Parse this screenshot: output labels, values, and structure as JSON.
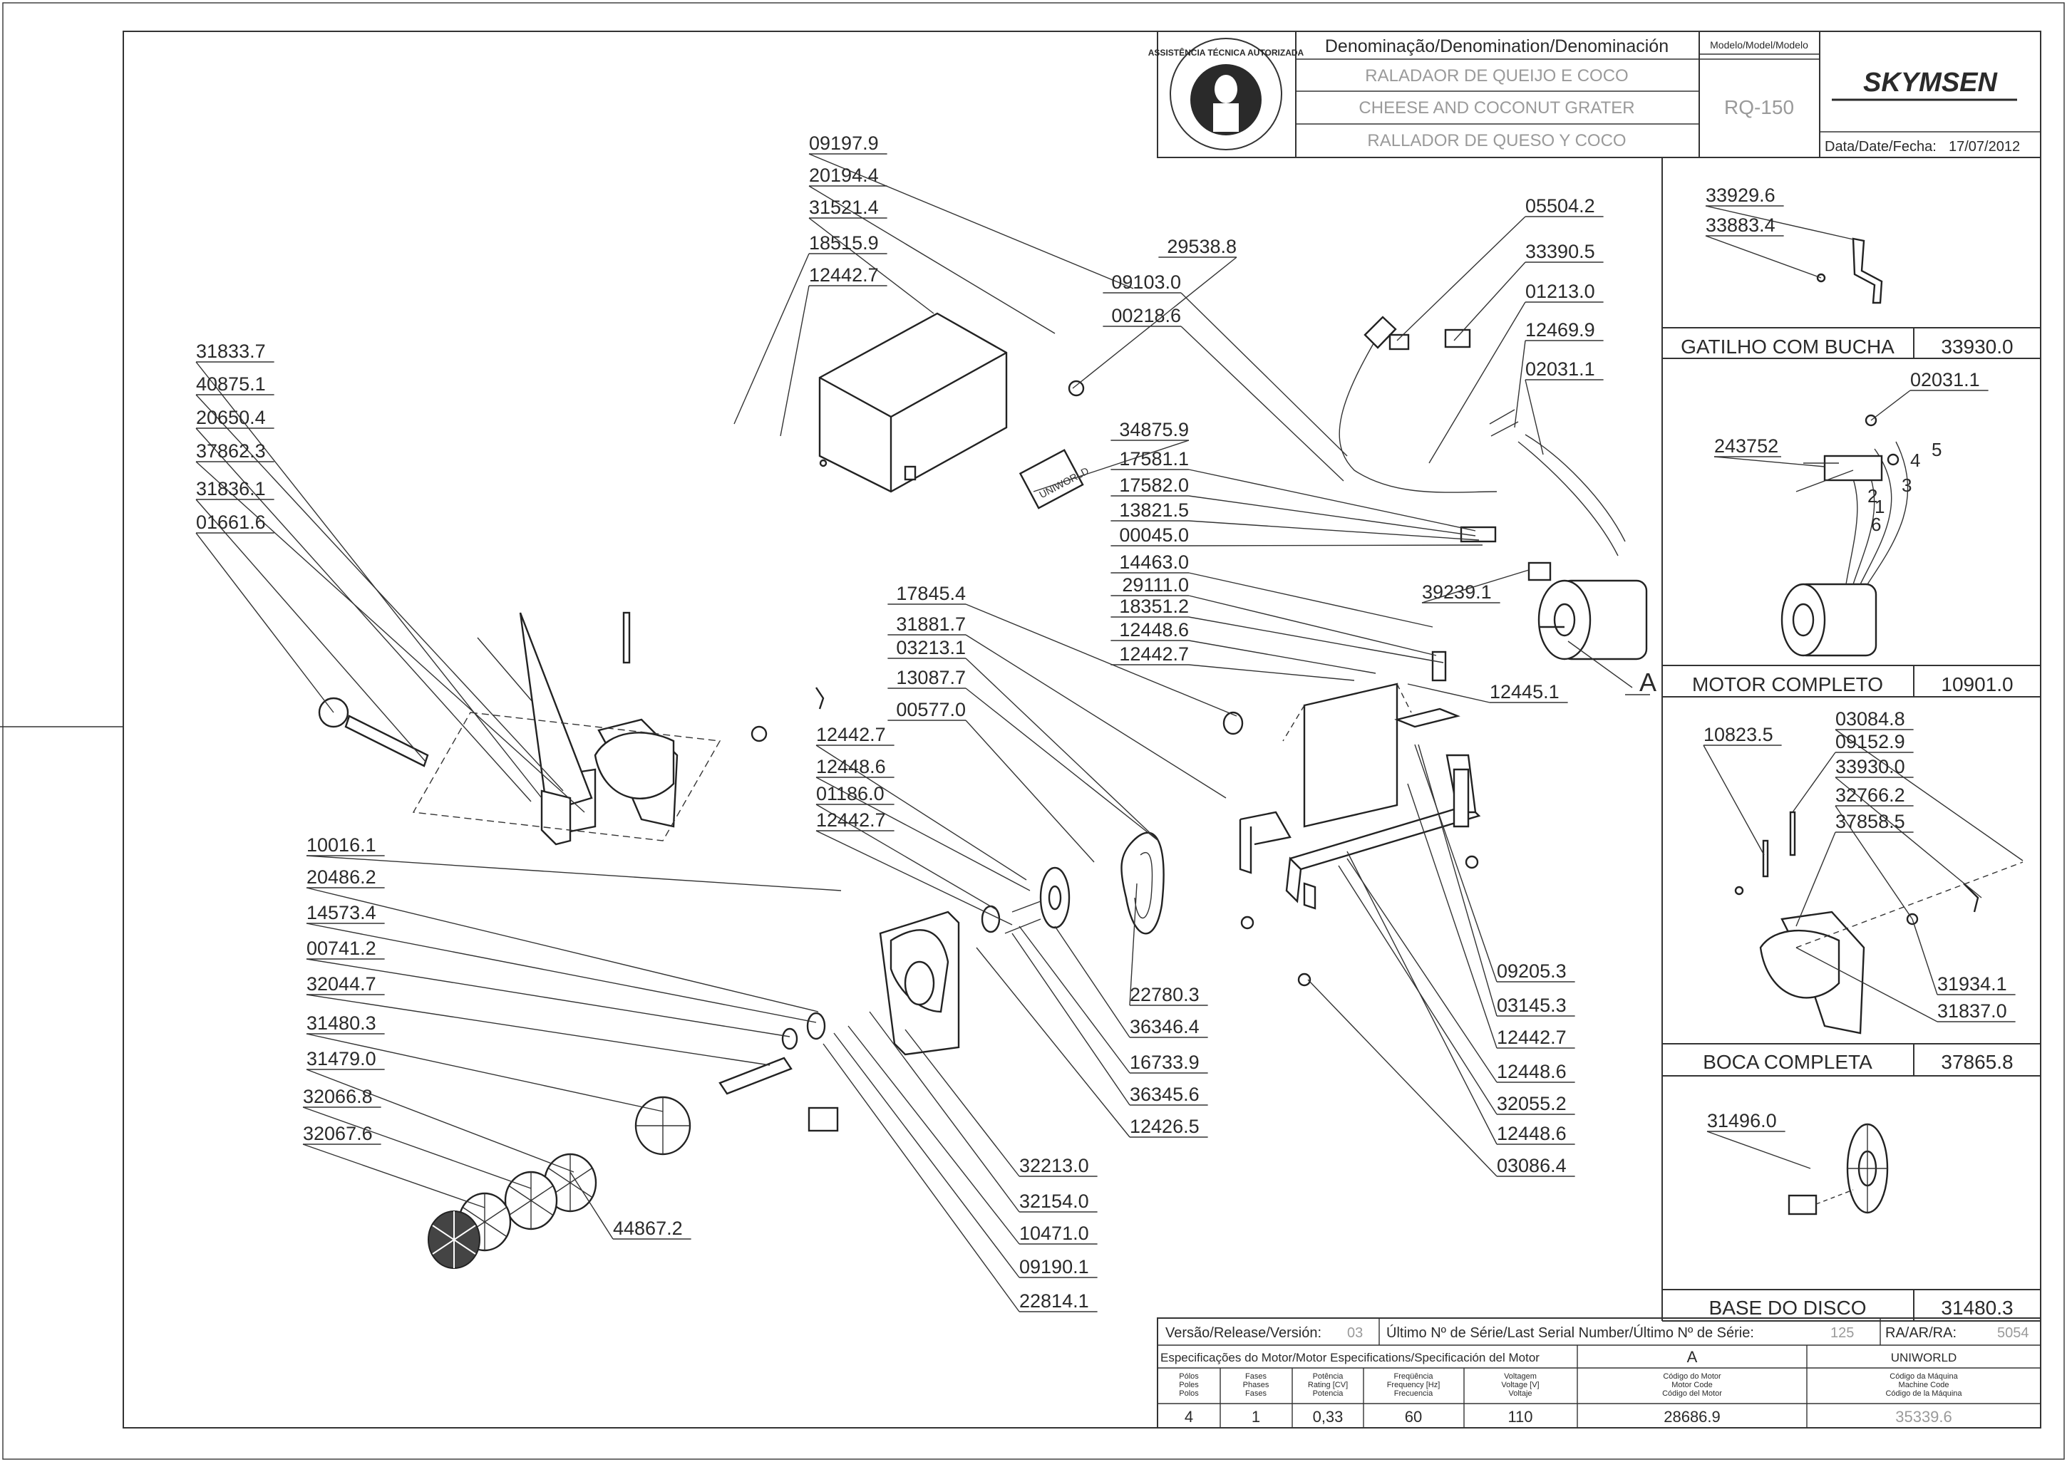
{
  "title_block": {
    "denomination_label": "Denominação/Denomination/Denominación",
    "name_pt": "RALADAOR DE QUEIJO E COCO",
    "name_en": "CHEESE AND COCONUT GRATER",
    "name_es": "RALLADOR DE QUESO Y COCO",
    "model_label": "Modelo/Model/Modelo",
    "model": "RQ-150",
    "brand": "SKYMSEN",
    "date_label": "Data/Date/Fecha:",
    "date": "17/07/2012",
    "seal_text": "ASSISTÊNCIA TÉCNICA AUTORIZADA"
  },
  "colors": {
    "line": "#333333",
    "text": "#2a2a2a",
    "muted": "#9a9a9a"
  },
  "main_callouts": [
    "09197.9",
    "20194.4",
    "31521.4",
    "18515.9",
    "12442.7",
    "29538.8",
    "05504.2",
    "33390.5",
    "09103.0",
    "01213.0",
    "00218.6",
    "12469.9",
    "02031.1",
    "34875.9",
    "17581.1",
    "17582.0",
    "13821.5",
    "00045.0",
    "14463.0",
    "39239.1",
    "29111.0",
    "18351.2",
    "12448.6",
    "12442.7",
    "12445.1",
    "17845.4",
    "31881.7",
    "03213.1",
    "13087.7",
    "00577.0",
    "31833.7",
    "40875.1",
    "20650.4",
    "37862.3",
    "31836.1",
    "01661.6",
    "12442.7",
    "12448.6",
    "01186.0",
    "12442.7",
    "10016.1",
    "20486.2",
    "14573.4",
    "00741.2",
    "32044.7",
    "31480.3",
    "31479.0",
    "32066.8",
    "32067.6",
    "44867.2",
    "22780.3",
    "36346.4",
    "16733.9",
    "36345.6",
    "12426.5",
    "32213.0",
    "32154.0",
    "10471.0",
    "09190.1",
    "22814.1",
    "09205.3",
    "03145.3",
    "12442.7",
    "12448.6",
    "32055.2",
    "12448.6",
    "03086.4"
  ],
  "part_labels": {
    "uniworld_tag": "UNIWORLD",
    "view_a": "A"
  },
  "subassemblies": [
    {
      "name": "GATILHO COM BUCHA",
      "code": "33930.0",
      "callouts": [
        "33929.6",
        "33883.4"
      ]
    },
    {
      "name": "MOTOR COMPLETO",
      "code": "10901.0",
      "callouts": [
        "02031.1",
        "243752"
      ],
      "wire_numbers": [
        "1",
        "2",
        "3",
        "4",
        "5",
        "6"
      ]
    },
    {
      "name": "BOCA COMPLETA",
      "code": "37865.8",
      "callouts": [
        "10823.5",
        "03084.8",
        "09152.9",
        "33930.0",
        "32766.2",
        "37858.5",
        "31934.1",
        "31837.0"
      ]
    },
    {
      "name": "BASE DO DISCO",
      "code": "31480.3",
      "callouts": [
        "31496.0"
      ]
    }
  ],
  "revision": {
    "version_label": "Versão/Release/Versión:",
    "version": "03",
    "serial_label": "Último Nº de Série/Last Serial Number/Último Nº de Série:",
    "serial": "125",
    "ra_label": "RA/AR/RA:",
    "ra": "5054"
  },
  "motor_specs": {
    "header": "Especificações do Motor/Motor Especifications/Specificación del Motor",
    "voltage_code": "A",
    "brand": "UNIWORLD",
    "columns": [
      {
        "label": "Pólos\nPoles\nPolos",
        "value": "4"
      },
      {
        "label": "Fases\nPhases\nFases",
        "value": "1"
      },
      {
        "label": "Potência\nRating [CV]\nPotencia",
        "value": "0,33"
      },
      {
        "label": "Freqüência\nFrequency [Hz]\nFrecuencia",
        "value": "60"
      },
      {
        "label": "Voltagem\nVoltage [V]\nVoltaje",
        "value": "110"
      },
      {
        "label": "Código do Motor\nMotor Code\nCódigo del Motor",
        "value": "28686.9"
      },
      {
        "label": "Código da Máquina\nMachine Code\nCódigo de la Máquina",
        "value": "35339.6"
      }
    ]
  }
}
